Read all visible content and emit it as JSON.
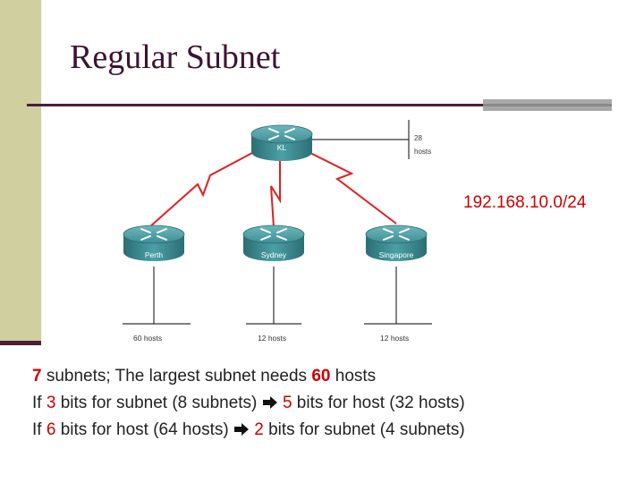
{
  "slide": {
    "title": "Regular Subnet",
    "network": "192.168.10.0/24"
  },
  "diagram": {
    "routers": [
      {
        "label": "KL"
      },
      {
        "label": "Perth"
      },
      {
        "label": "Sydney"
      },
      {
        "label": "Singapore"
      }
    ],
    "hosts": {
      "kl_count": "28",
      "kl_unit": "hosts",
      "perth": "60 hosts",
      "sydney": "12 hosts",
      "singapore": "12 hosts"
    },
    "colors": {
      "router_body": "#3f8f95",
      "serial_link": "#e02020",
      "highlight": "#cc0000",
      "title": "#3d1432"
    }
  },
  "notes": {
    "line1": {
      "a": "7",
      "b": " subnets; The largest subnet needs ",
      "c": "60",
      "d": " hosts"
    },
    "line2": {
      "a": "If ",
      "b": "3",
      "c": " bits for subnet (8 subnets) ",
      "d": "5",
      "e": " bits for host (32 hosts)"
    },
    "line3": {
      "a": "If ",
      "b": "6",
      "c": " bits for host (64 hosts) ",
      "d": "2",
      "e": " bits for subnet (4 subnets)"
    }
  }
}
